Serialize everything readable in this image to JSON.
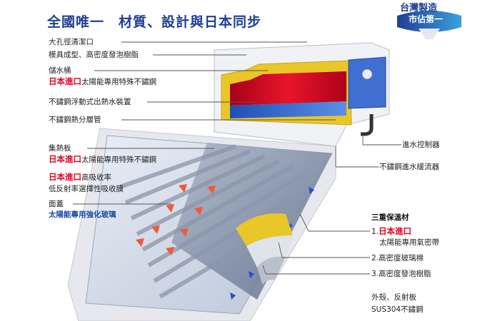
{
  "title": "全國唯一　材質、設計與日本同步",
  "badge": {
    "line1": "台灣製造",
    "line2": "市佔第一"
  },
  "labels": {
    "opening": "大孔徑清潔口",
    "molded": "模具成型、高密度發泡樹脂",
    "tank_title": "儲水桶",
    "tank_japan": "日本進口",
    "tank_desc": "太陽能專用特殊不鏽鋼",
    "float": "不鏽鋼浮動式出熱水裝置",
    "heat_pipe": "不鏽鋼熱分層管",
    "collector_title": "集熱板",
    "collector_japan": "日本進口",
    "collector_desc": "太陽能專用特殊不鏽鋼",
    "absorb_japan": "日本進口",
    "absorb_desc": "高吸收率",
    "absorb_film": "低反射率選擇性吸收膜",
    "cover_title": "面蓋",
    "cover_desc": "太陽能專用強化玻璃",
    "inlet_control": "進水控制器",
    "inlet_flow": "不鏽鋼進水緩流器",
    "insul_title": "三重保溫材",
    "insul1_num": "1.",
    "insul1_japan": "日本進口",
    "insul1_desc": "太陽能專用氣密帶",
    "insul2": "2.高密度玻璃棉",
    "insul3": "3.高密度發泡樹脂",
    "shell_title": "外殼、反射板",
    "shell_desc": "SUS304不鏽鋼"
  },
  "colors": {
    "title": "#1f3f94",
    "japan": "#e4001b",
    "glass": "#1b4aa0"
  }
}
